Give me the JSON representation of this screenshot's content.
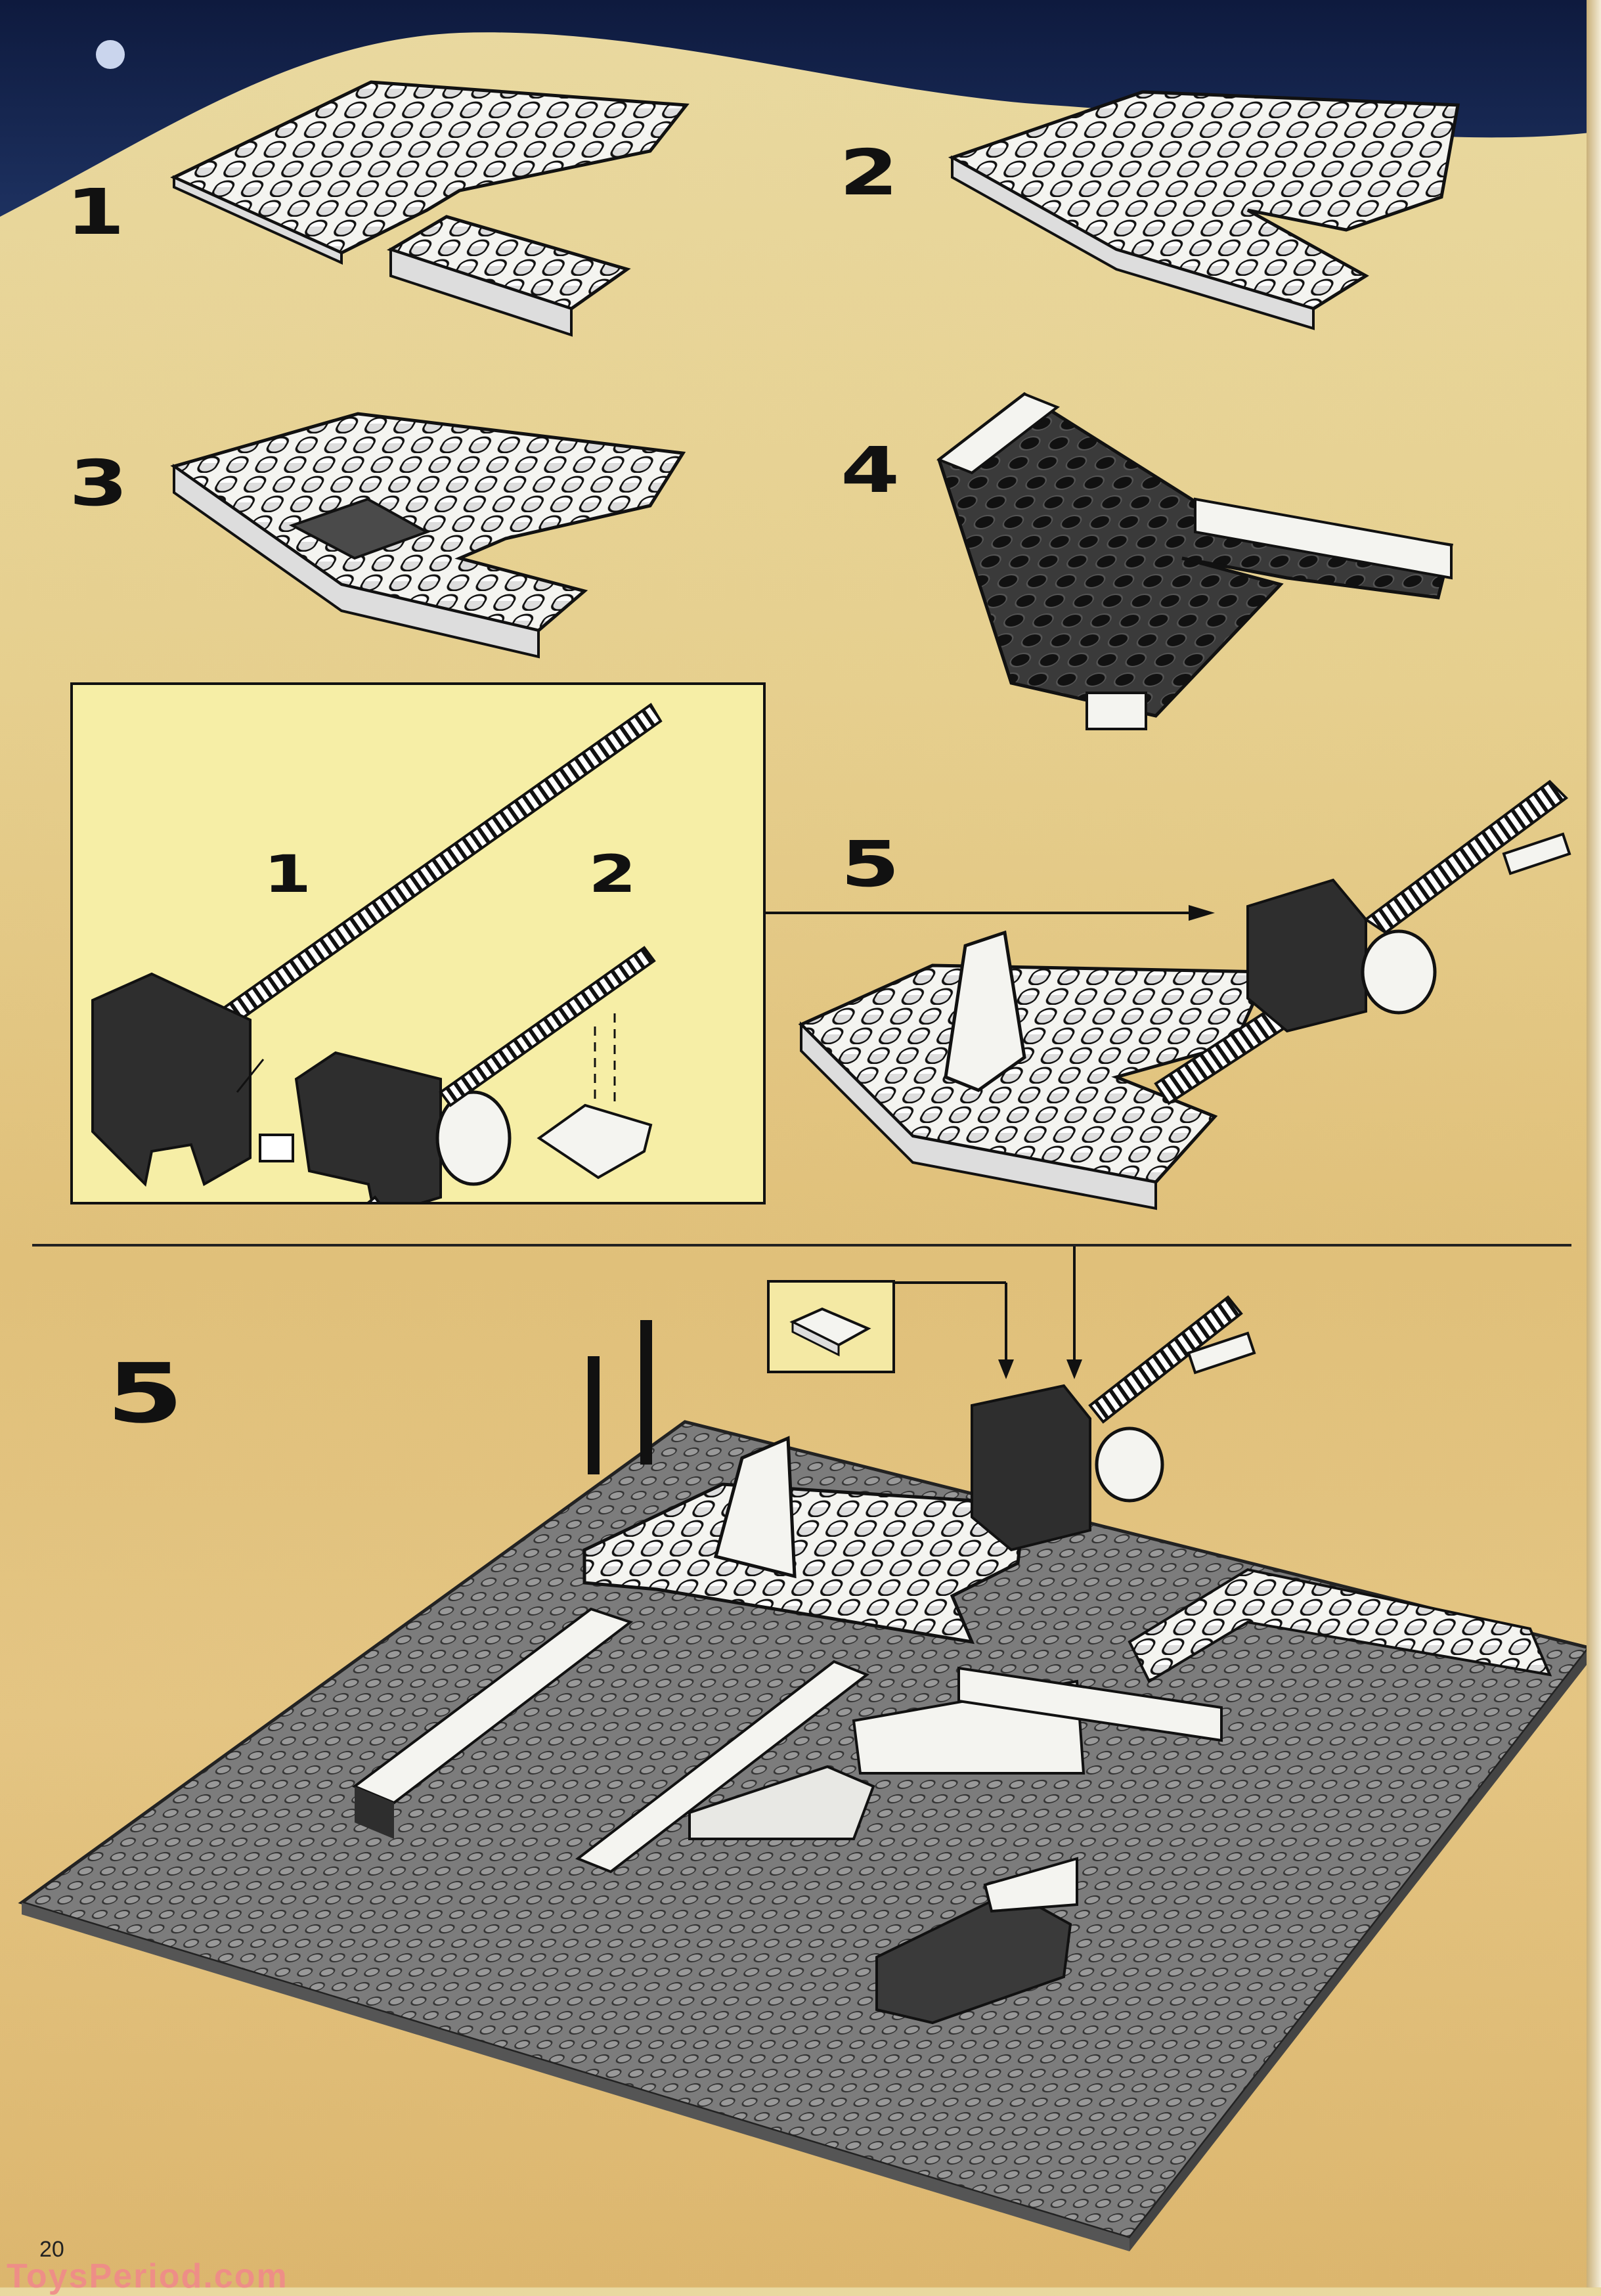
{
  "page": {
    "page_number": "20",
    "watermark": "ToysPeriod.com"
  },
  "steps": {
    "step1": "1",
    "step2": "2",
    "step3": "3",
    "step4": "4",
    "step5_upper": "5",
    "step5_lower": "5"
  },
  "inset": {
    "sub1": "1",
    "sub2": "2"
  },
  "colors": {
    "sky": "#13214a",
    "sand": "#e4c583",
    "inset_bg": "#f6eea6",
    "plate_white": "#f4f4f0",
    "brick_black": "#2a2a2a",
    "baseplate_gray": "#7a7a7a"
  }
}
